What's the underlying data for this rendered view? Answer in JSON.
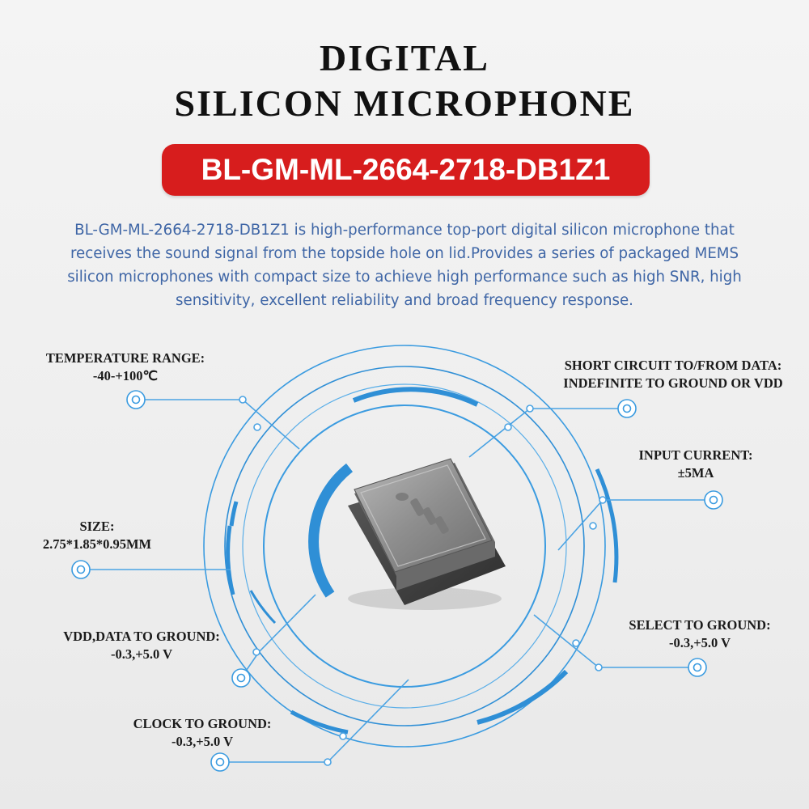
{
  "title": {
    "line1": "DIGITAL",
    "line2": "SILICON MICROPHONE"
  },
  "model": "BL-GM-ML-2664-2718-DB1Z1",
  "description": "BL-GM-ML-2664-2718-DB1Z1 is high-performance top-port digital silicon microphone that receives the sound signal from the topside hole on lid.Provides a series of packaged MEMS silicon microphones with compact size to achieve high performance such as high SNR, high sensitivity, excellent reliability and broad frequency response.",
  "specs": {
    "temperature": {
      "label": "TEMPERATURE RANGE:",
      "value": "-40-+100℃"
    },
    "short_circuit": {
      "label": "SHORT CIRCUIT TO/FROM DATA:",
      "value": "INDEFINITE TO GROUND OR VDD"
    },
    "input_current": {
      "label": "INPUT CURRENT:",
      "value": "±5MA"
    },
    "size": {
      "label": "SIZE:",
      "value": "2.75*1.85*0.95MM"
    },
    "vdd_data": {
      "label": "VDD,DATA TO GROUND:",
      "value": "-0.3,+5.0 V"
    },
    "select": {
      "label": "SELECT TO GROUND:",
      "value": "-0.3,+5.0 V"
    },
    "clock": {
      "label": "CLOCK TO GROUND:",
      "value": "-0.3,+5.0 V"
    }
  },
  "colors": {
    "banner": "#d71d1d",
    "accent_blue": "#2f8fd6",
    "description_text": "#3f66a6"
  },
  "icons": {
    "chip": "mems-microphone-chip",
    "connector": "target-ring-icon"
  }
}
